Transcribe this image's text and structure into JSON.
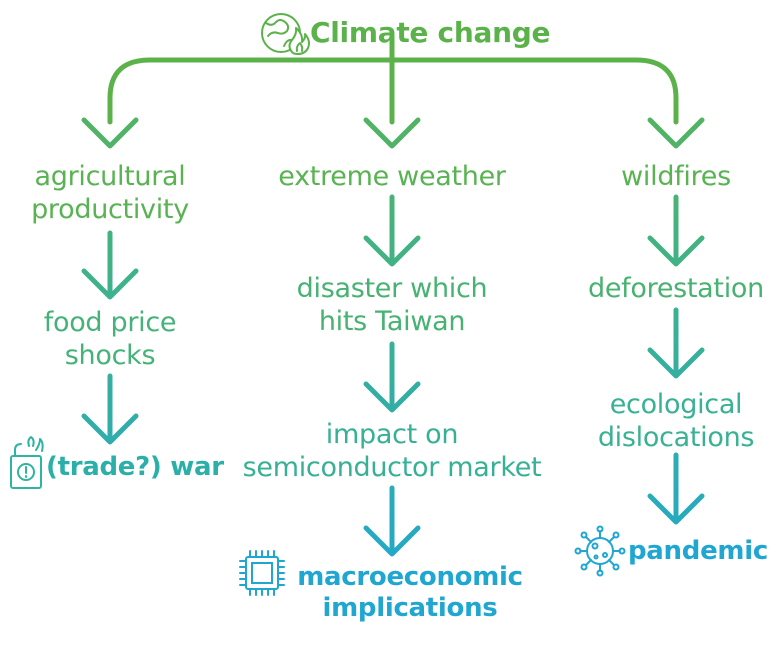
{
  "title": {
    "label": "Climate change",
    "icon": "globe-fire-icon"
  },
  "colors": {
    "green": "#5cb24a",
    "teal": "#2fb3a3",
    "blue": "#1fa6d1"
  },
  "branches": [
    {
      "nodes": [
        "agricultural\nproductivity",
        "food price\nshocks"
      ],
      "outcome": {
        "label": "(trade?) war",
        "icon": "shopping-bag-alert-icon"
      }
    },
    {
      "nodes": [
        "extreme weather",
        "disaster which\nhits Taiwan",
        "impact on\nsemiconductor market"
      ],
      "outcome": {
        "label": "macroeconomic\nimplications",
        "icon": "microchip-icon"
      }
    },
    {
      "nodes": [
        "wildfires",
        "deforestation",
        "ecological\ndislocations"
      ],
      "outcome": {
        "label": "pandemic",
        "icon": "virus-icon"
      }
    }
  ]
}
